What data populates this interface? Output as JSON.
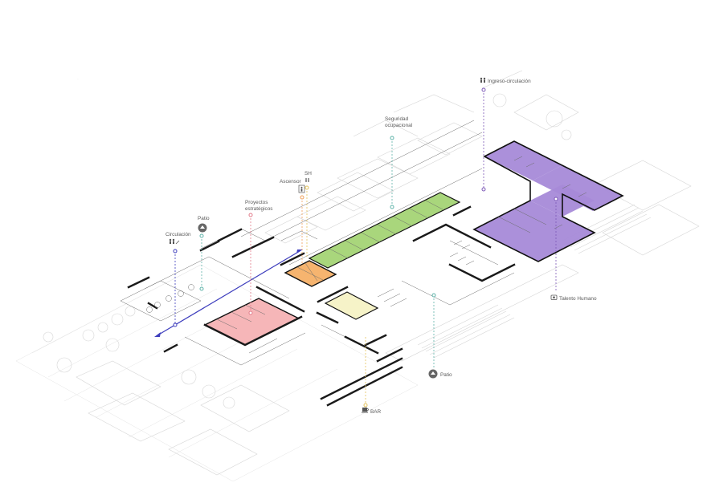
{
  "labels": {
    "ingreso": "Ingreso-circulación",
    "seguridad_1": "Seguridad",
    "seguridad_2": "ocupacional",
    "sh": "SH",
    "ascensor": "Ascensor",
    "proyectos_1": "Proyectos",
    "proyectos_2": "estratégicos",
    "patio_left": "Patio",
    "circulacion": "Circulación",
    "talento": "Talento Humano",
    "patio_right": "Patio",
    "bar": "BAR"
  },
  "watermark": "",
  "colors": {
    "purple_zone": "#a78ad8",
    "green_zone": "#a9d67c",
    "orange_zone": "#f6b46f",
    "pink_zone": "#f6b6b8",
    "yellow_zone": "#f6f3c8",
    "circulation_arrow": "#3d3dbd",
    "leader_purple": "#7e5ab8",
    "leader_teal": "#5fb3a9",
    "leader_gold": "#e3c25a",
    "leader_orange": "#f0a05a",
    "leader_pink": "#e27a8a",
    "icon_gray": "#666666"
  }
}
